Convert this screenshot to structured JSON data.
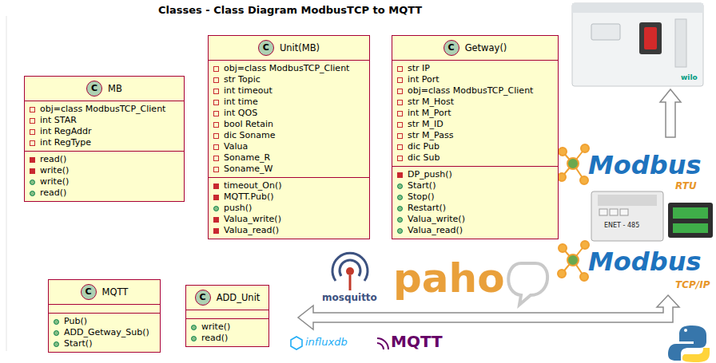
{
  "diagram": {
    "title": "Classes - Class Diagram ModbusTCP to MQTT",
    "nodes": [
      {
        "text": [
          "C",
          "MB",
          "obj=class ModbusTCP_Client",
          "int STAR",
          "int RegAddr",
          "int RegType",
          "read()",
          "write()",
          "write()",
          "read()"
        ]
      },
      {
        "text": [
          "C",
          "Unit(MB)",
          "obj=class ModbusTCP_Client",
          "str Topic",
          "int timeout",
          "int time",
          "int QOS",
          "bool Retain",
          "dic Soname",
          "Valua",
          "Soname_R",
          "Soname_W",
          "timeout_On()",
          "MQTT.Pub()",
          "push()",
          "Valua_write()",
          "Valua_read()"
        ]
      },
      {
        "text": [
          "C",
          "Getway()",
          "str IP",
          "int Port",
          "obj=class ModbusTCP_Client",
          "str M_Host",
          "int M_Port",
          "str M_ID",
          "str M_Pass",
          "dic Pub",
          "dic Sub",
          "DP_push()",
          "Start()",
          "Stop()",
          "Restart()",
          "Valua_write()",
          "Valua_read()"
        ]
      },
      {
        "text": [
          "C",
          "MQTT",
          "Pub()",
          "ADD_Getway_Sub()",
          "Start()"
        ]
      },
      {
        "text": [
          "C",
          "ADD_Unit",
          "write()",
          "read()"
        ]
      }
    ],
    "labels": [
      "wilo",
      "Modbus",
      "RTU",
      "ENET - 485",
      "Modbus",
      "TCP/IP",
      "mosquitto",
      "paho",
      "influxdb",
      "MQTT"
    ]
  }
}
